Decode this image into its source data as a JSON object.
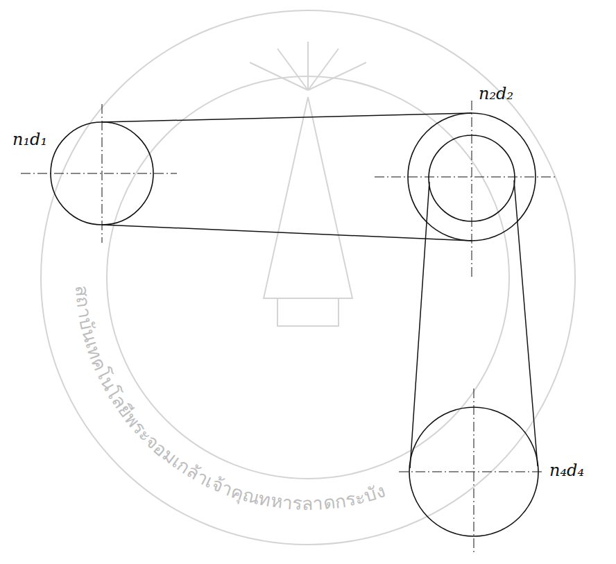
{
  "diagram": {
    "labels": [
      "n₁d₁",
      "n₂d₂",
      "n₄d₄",
      "สถาบันเทคโนโลยีพระจอมเกล้าเจ้าคุณทหารลาดกระบัง"
    ]
  }
}
